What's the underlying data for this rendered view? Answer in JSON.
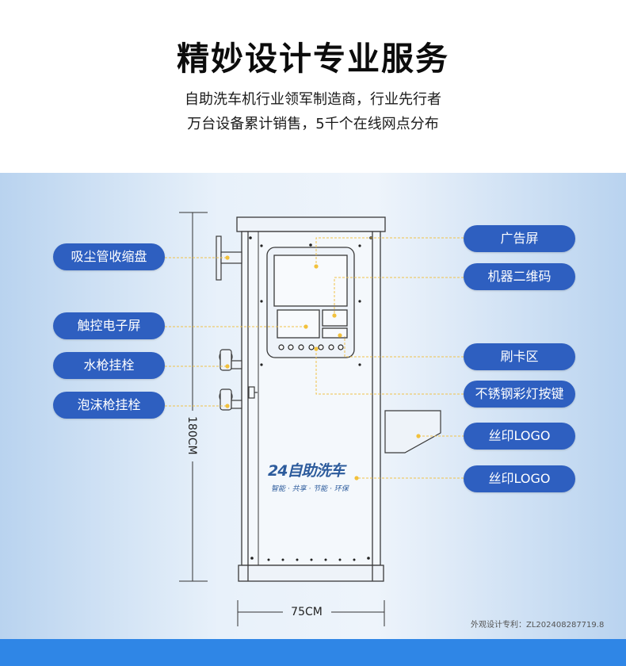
{
  "header": {
    "title": "精妙设计专业服务",
    "subtitle_line1": "自助洗车机行业领军制造商，行业先行者",
    "subtitle_line2": "万台设备累计销售，5千个在线网点分布"
  },
  "labels_left": {
    "hose_reel": "吸尘管收缩盘",
    "touch_screen": "触控电子屏",
    "water_gun_holder": "水枪挂栓",
    "foam_gun_holder": "泡沫枪挂栓"
  },
  "labels_right": {
    "ad_screen": "广告屏",
    "qr_code": "机器二维码",
    "card_area": "刷卡区",
    "buttons": "不锈钢彩灯按键",
    "logo1": "丝印LOGO",
    "logo2": "丝印LOGO"
  },
  "dimensions": {
    "height": "180CM",
    "width": "75CM"
  },
  "brand": {
    "name": "24自助洗车",
    "tagline": "智能 · 共享 · 节能 · 环保"
  },
  "patent": "外观设计专利：ZL202408287719.8",
  "colors": {
    "pill": "#2e5fc0",
    "leader": "#f0c24a",
    "bottom_bar": "#2f86e6"
  }
}
